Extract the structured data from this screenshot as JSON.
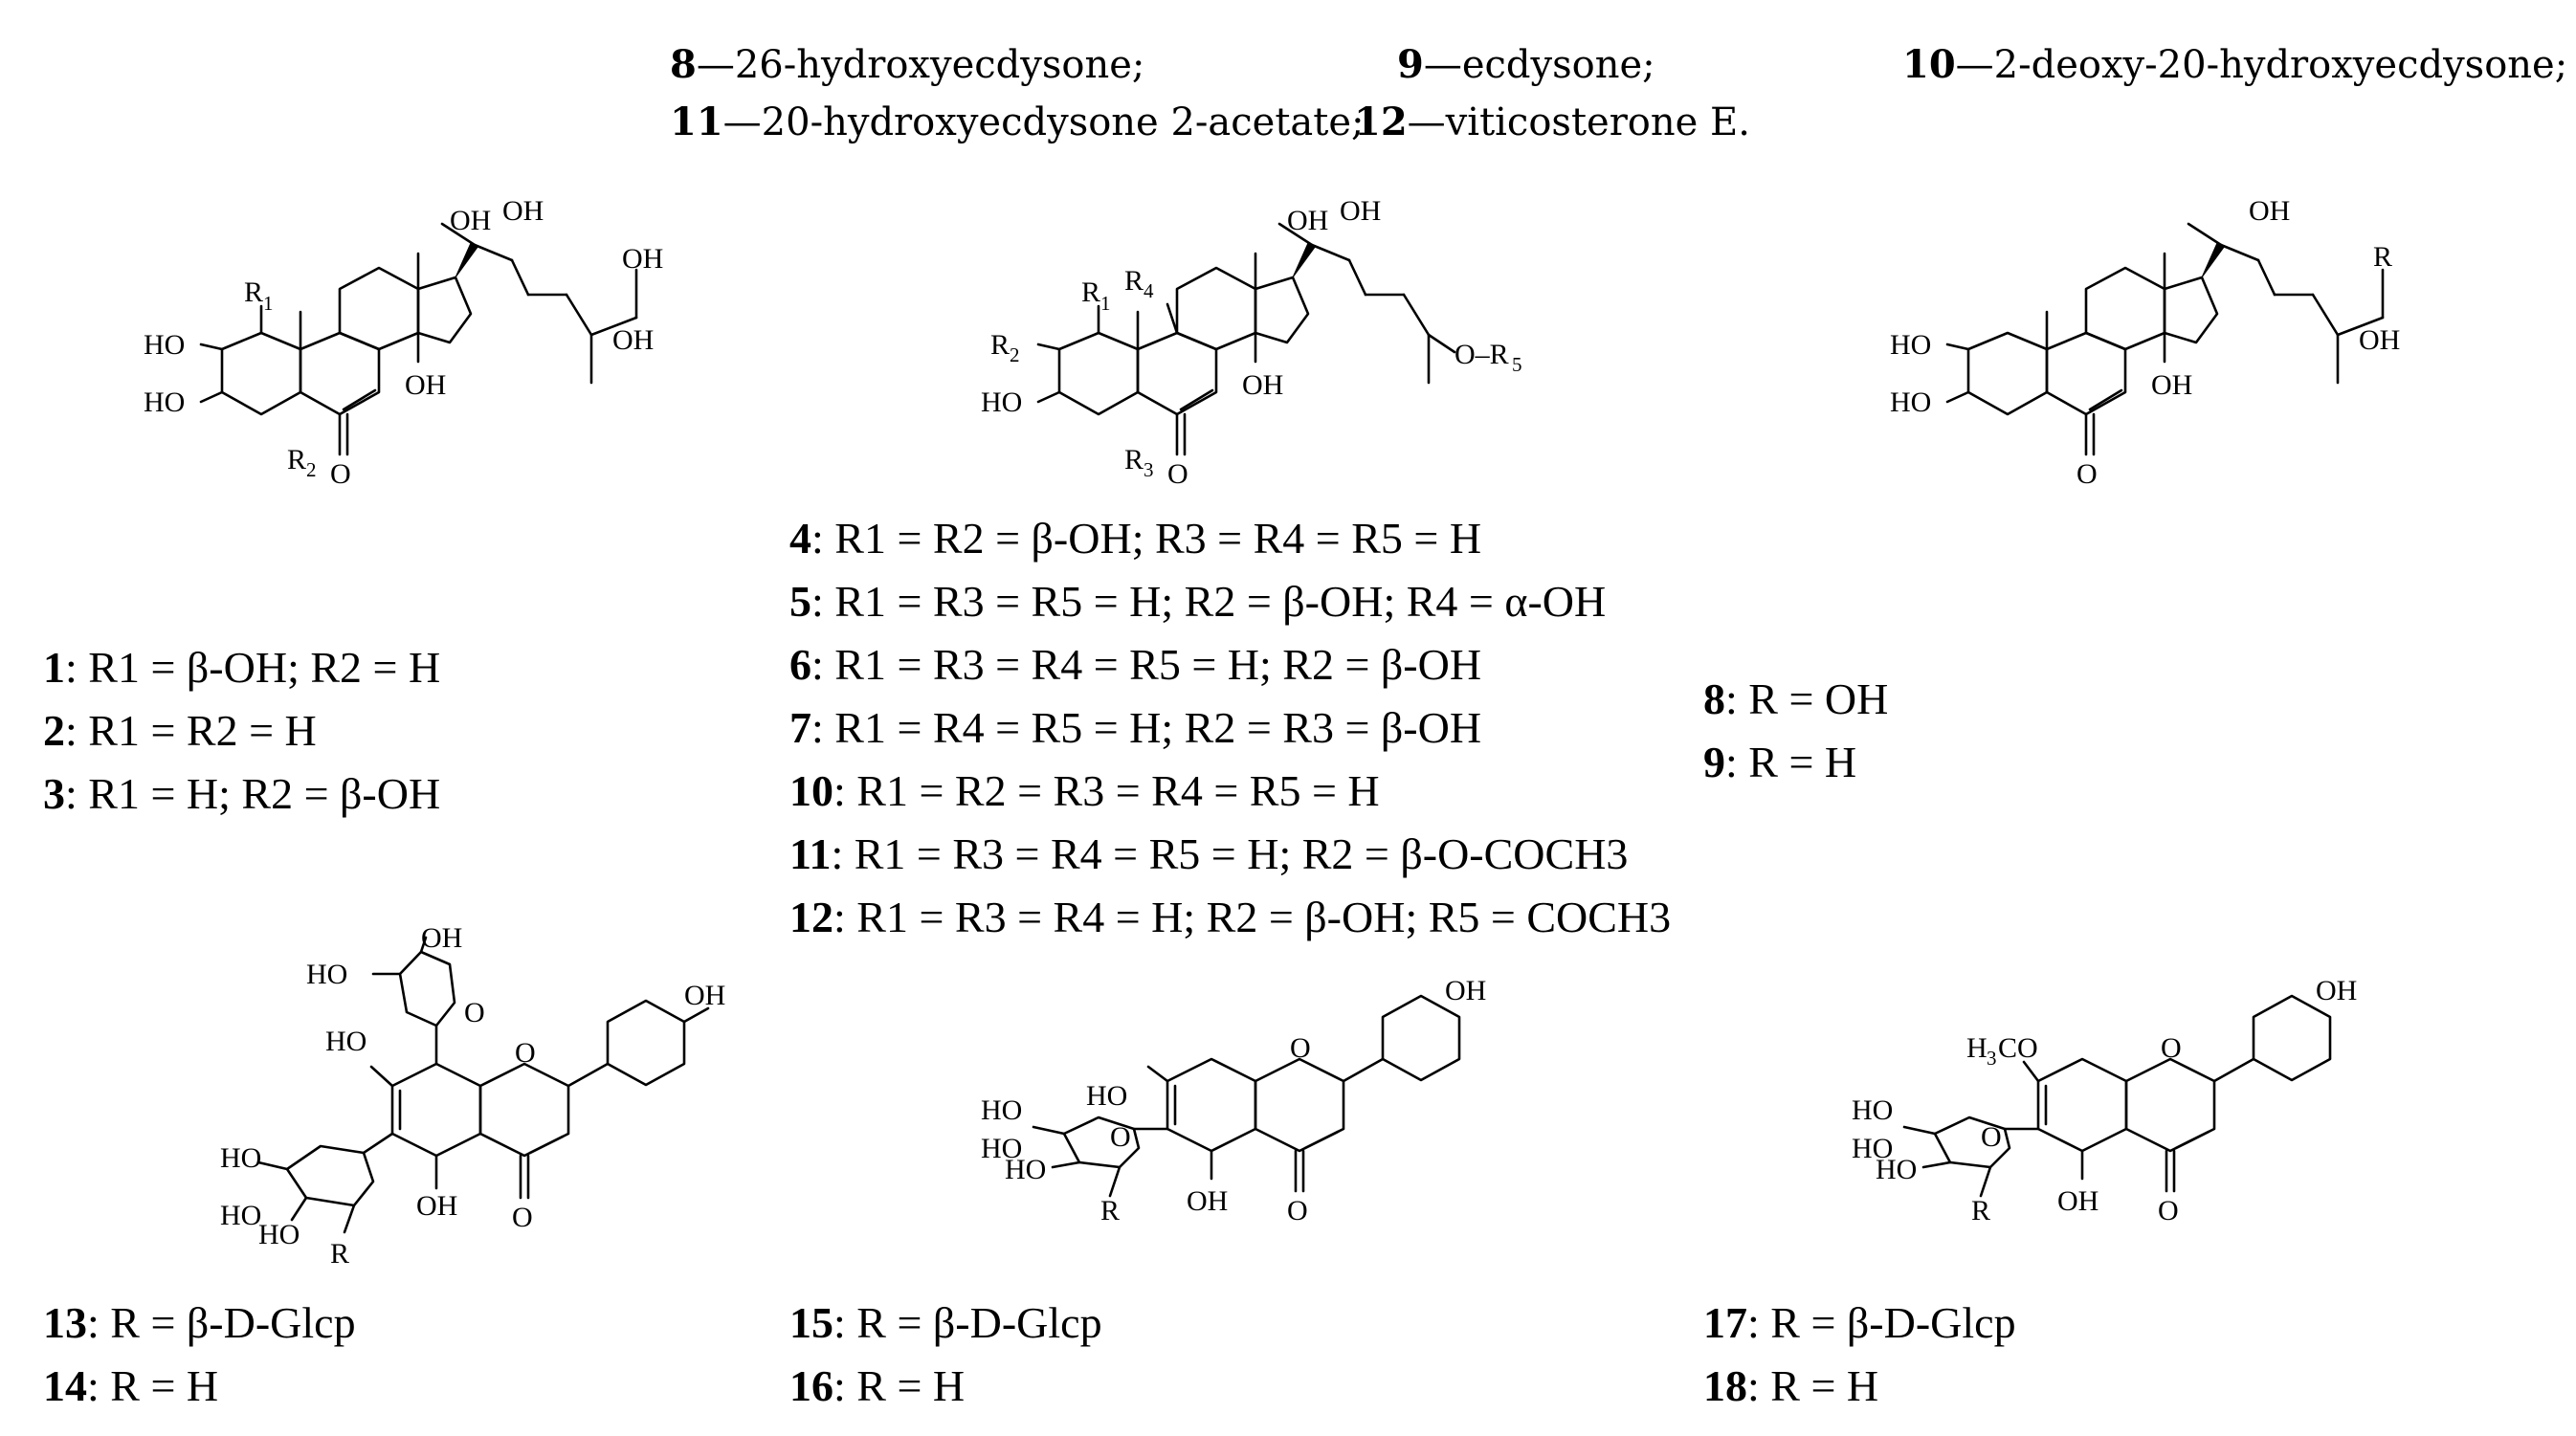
{
  "header": {
    "row1": [
      {
        "num": "8",
        "text": "—26-hydroxyecdysone;"
      },
      {
        "num": "9",
        "text": "—ecdysone;"
      },
      {
        "num": "10",
        "text": "—2-deoxy-20-hydroxyecdysone;"
      }
    ],
    "row2": [
      {
        "num": "11",
        "text": "—20-hydroxyecdysone 2-acetate;"
      },
      {
        "num": "12",
        "text": "—viticosterone E."
      }
    ]
  },
  "structures": {
    "ecdy_a": {
      "labels": {
        "oh1": "OH",
        "oh2": "OH",
        "oh3": "OH",
        "oh4": "OH",
        "oh5": "OH",
        "ho1": "HO",
        "ho2": "HO",
        "r1": "R",
        "r1s": "1",
        "r2": "R",
        "r2s": "2",
        "o": "O"
      }
    },
    "ecdy_b": {
      "labels": {
        "oh1": "OH",
        "oh2": "OH",
        "oh5": "OH",
        "ho2": "HO",
        "r1": "R",
        "r1s": "1",
        "r2": "R",
        "r2s": "2",
        "r3": "R",
        "r3s": "3",
        "r4": "R",
        "r4s": "4",
        "or5": "O–R",
        "r5s": "5",
        "o": "O"
      }
    },
    "ecdy_c": {
      "labels": {
        "oh2": "OH",
        "oh4": "OH",
        "oh5": "OH",
        "ho1": "HO",
        "ho2": "HO",
        "r": "R",
        "o": "O"
      }
    },
    "flav_a": {
      "labels": {
        "oh_top": "OH",
        "ho_top": "HO",
        "ho_mid": "HO",
        "oh_ring": "OH",
        "oh_bot": "OH",
        "o_ring": "O",
        "o_ket": "O",
        "ho_s1": "HO",
        "ho_s2": "HO",
        "ho_s3": "HO",
        "o_sug": "O",
        "r": "R"
      }
    },
    "flav_b": {
      "labels": {
        "oh_ring": "OH",
        "ho_top": "HO",
        "oh_bot": "OH",
        "o_ring": "O",
        "o_ket": "O",
        "ho_s1": "HO",
        "ho_s2": "HO",
        "ho_s3": "HO",
        "o_sug": "O",
        "r": "R"
      }
    },
    "flav_c": {
      "labels": {
        "oh_ring": "OH",
        "h3co": "H",
        "h3co_3": "3",
        "h3co_co": "CO",
        "oh_bot": "OH",
        "o_ring": "O",
        "o_ket": "O",
        "ho_s1": "HO",
        "ho_s2": "HO",
        "ho_s3": "HO",
        "o_sug": "O",
        "r": "R"
      }
    }
  },
  "legends": {
    "g1": [
      {
        "num": "1",
        "text": ": R1 = β-OH; R2 = H"
      },
      {
        "num": "2",
        "text": ": R1 = R2 = H"
      },
      {
        "num": "3",
        "text": ": R1 = H; R2 = β-OH"
      }
    ],
    "g2": [
      {
        "num": "4",
        "text": ": R1 = R2 = β-OH; R3 = R4 = R5 = H"
      },
      {
        "num": "5",
        "text": ": R1 = R3 = R5 = H; R2 = β-OH; R4 = α-OH"
      },
      {
        "num": "6",
        "text": ": R1 = R3 = R4 = R5 = H; R2 = β-OH"
      },
      {
        "num": "7",
        "text": ": R1 = R4 = R5 = H; R2 = R3 = β-OH"
      },
      {
        "num": "10",
        "text": ": R1 = R2 = R3 = R4 = R5 = H"
      },
      {
        "num": "11",
        "text": ": R1 = R3 = R4 = R5 = H; R2 = β-O-COCH3"
      },
      {
        "num": "12",
        "text": ": R1 = R3 = R4 = H; R2 = β-OH; R5 = COCH3"
      }
    ],
    "g3": [
      {
        "num": "8",
        "text": ": R = OH"
      },
      {
        "num": "9",
        "text": ": R = H"
      }
    ],
    "g4": [
      {
        "num": "13",
        "text": ": R = β-D-Glcp"
      },
      {
        "num": "14",
        "text": ": R = H"
      }
    ],
    "g5": [
      {
        "num": "15",
        "text": ": R = β-D-Glcp"
      },
      {
        "num": "16",
        "text": ": R = H"
      }
    ],
    "g6": [
      {
        "num": "17",
        "text": ": R = β-D-Glcp"
      },
      {
        "num": "18",
        "text": ": R = H"
      }
    ]
  }
}
